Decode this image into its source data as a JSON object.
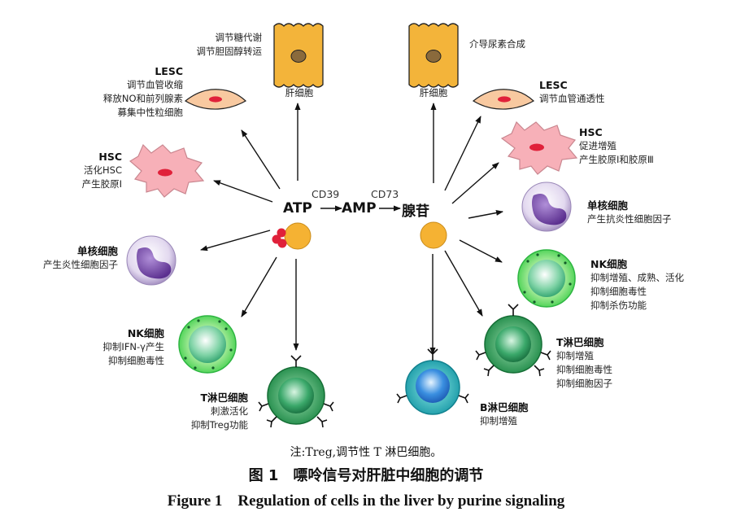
{
  "center": {
    "atp": "ATP",
    "amp": "AMP",
    "adenosine": "腺苷",
    "cd39": "CD39",
    "cd73": "CD73"
  },
  "left": {
    "hepatocyte": {
      "name": "肝细胞",
      "lines": [
        "调节糖代谢",
        "调节胆固醇转运"
      ]
    },
    "lesc": {
      "name": "LESC",
      "lines": [
        "调节血管收缩",
        "释放NO和前列腺素",
        "募集中性粒细胞"
      ]
    },
    "hsc": {
      "name": "HSC",
      "lines": [
        "活化HSC",
        "产生胶原Ⅰ"
      ]
    },
    "monocyte": {
      "name": "单核细胞",
      "lines": [
        "产生炎性细胞因子"
      ]
    },
    "nk": {
      "name": "NK细胞",
      "lines": [
        "抑制IFN-γ产生",
        "抑制细胞毒性"
      ]
    },
    "tcell": {
      "name": "T淋巴细胞",
      "lines": [
        "刺激活化",
        "抑制Treg功能"
      ]
    }
  },
  "right": {
    "hepatocyte": {
      "name": "肝细胞",
      "lines": [
        "介导尿素合成"
      ]
    },
    "lesc": {
      "name": "LESC",
      "lines": [
        "调节血管通透性"
      ]
    },
    "hsc": {
      "name": "HSC",
      "lines": [
        "促进增殖",
        "产生胶原Ⅰ和胶原Ⅲ"
      ]
    },
    "monocyte": {
      "name": "单核细胞",
      "lines": [
        "产生抗炎性细胞因子"
      ]
    },
    "nk": {
      "name": "NK细胞",
      "lines": [
        "抑制增殖、成熟、活化",
        "抑制细胞毒性",
        "抑制杀伤功能"
      ]
    },
    "tcell": {
      "name": "T淋巴细胞",
      "lines": [
        "抑制增殖",
        "抑制细胞毒性",
        "抑制细胞因子"
      ]
    },
    "bcell": {
      "name": "B淋巴细胞",
      "lines": [
        "抑制增殖"
      ]
    }
  },
  "caption": {
    "note": "注:Treg,调节性 T 淋巴细胞。",
    "zh": "图 1　嘌呤信号对肝脏中细胞的调节",
    "en": "Figure 1　Regulation of cells in the liver by purine signaling"
  },
  "colors": {
    "hepatocyte": "#f3b43a",
    "nucleus_brown": "#8a6a3c",
    "lesc": "#f8c9a0",
    "hsc": "#f7b0b8",
    "nucleus_red": "#e0213a",
    "monocyte": "#d9cdea",
    "monocyte_nucleus": "#7a4fa8",
    "nk": "#5fd16a",
    "tcell": "#2e9a56",
    "bcell": "#2f8fd0",
    "adenosine_ball": "#f5b233",
    "atp_red": "#e0213a"
  }
}
